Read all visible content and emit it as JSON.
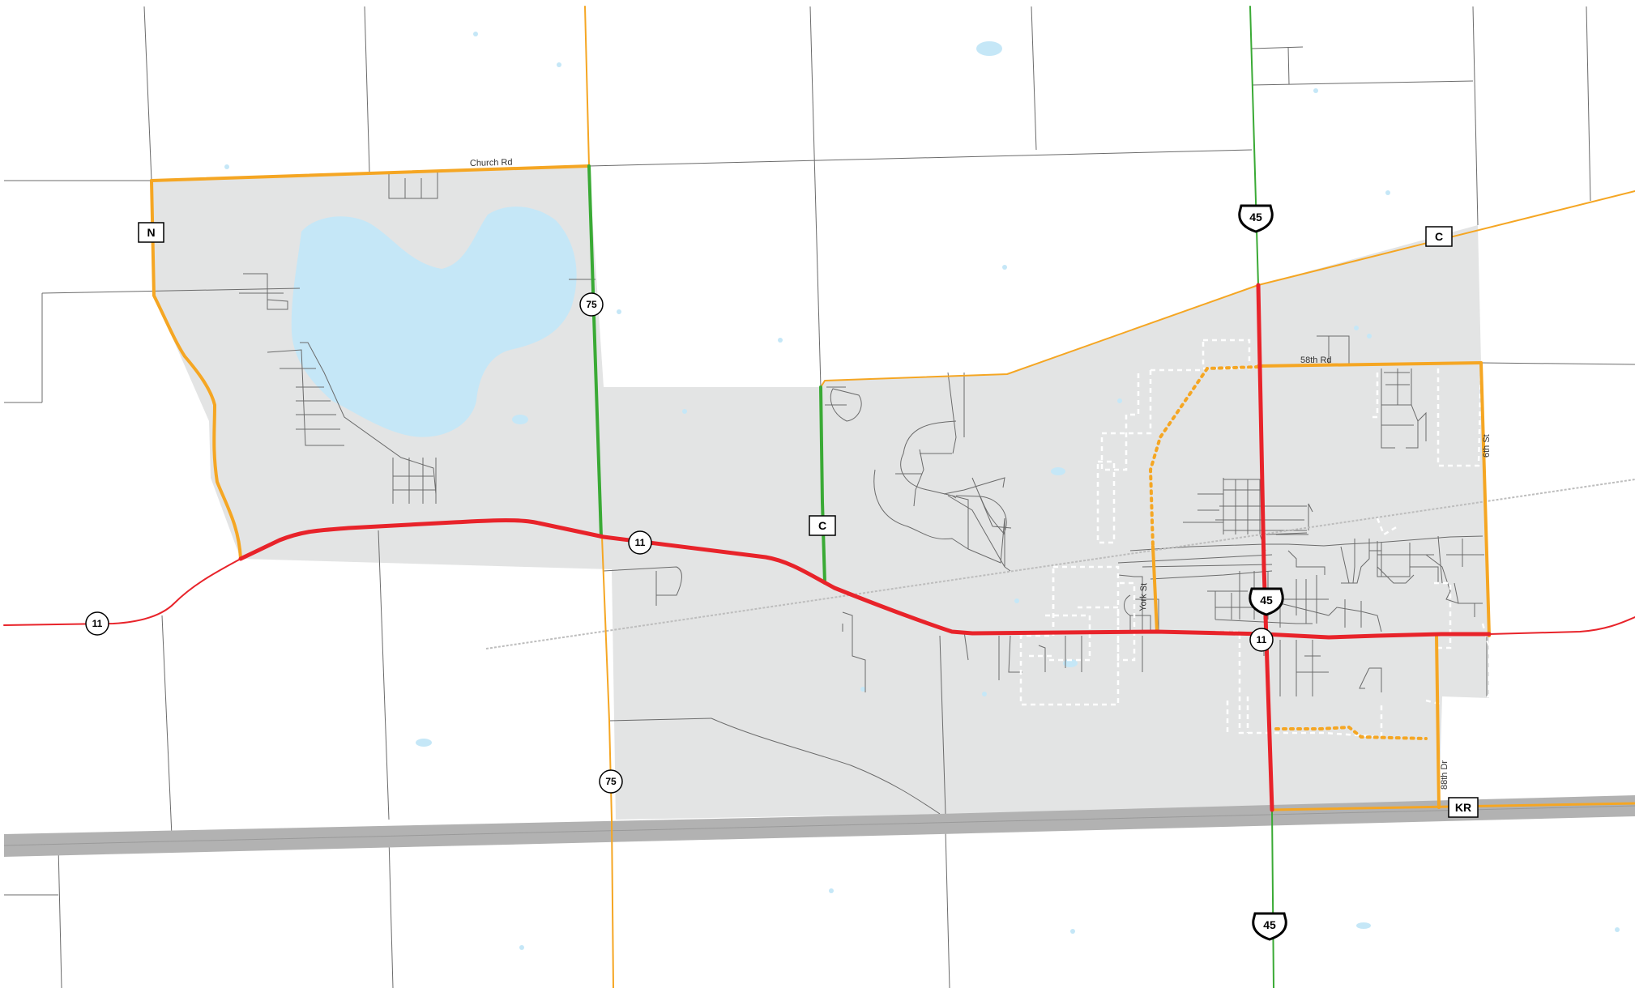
{
  "colors": {
    "background": "#ffffff",
    "village_area": "#e3e4e4",
    "water": "#c5e7f7",
    "minor_road": "#6b6b6b",
    "county_highway": "#f5a623",
    "state_highway": "#e8232a",
    "us_highway": "#3aaa35",
    "interstate_band": "#b2b2b2",
    "railroad": "#bdbdbd",
    "dashed_boundary": "#ffffff"
  },
  "street_labels": {
    "church_rd": "Church Rd",
    "58th_rd": "58th Rd",
    "york_st": "York St",
    "6th_st": "6th St",
    "88th_dr": "88th Dr"
  },
  "shields": {
    "county_n": "N",
    "county_c_north": "C",
    "county_c_west": "C",
    "county_kr": "KR",
    "state_75_north": "75",
    "state_75_south": "75",
    "state_11_west": "11",
    "state_11_mid": "11",
    "state_11_east": "11",
    "us_45_north": "45",
    "us_45_mid": "45",
    "us_45_south": "45"
  }
}
